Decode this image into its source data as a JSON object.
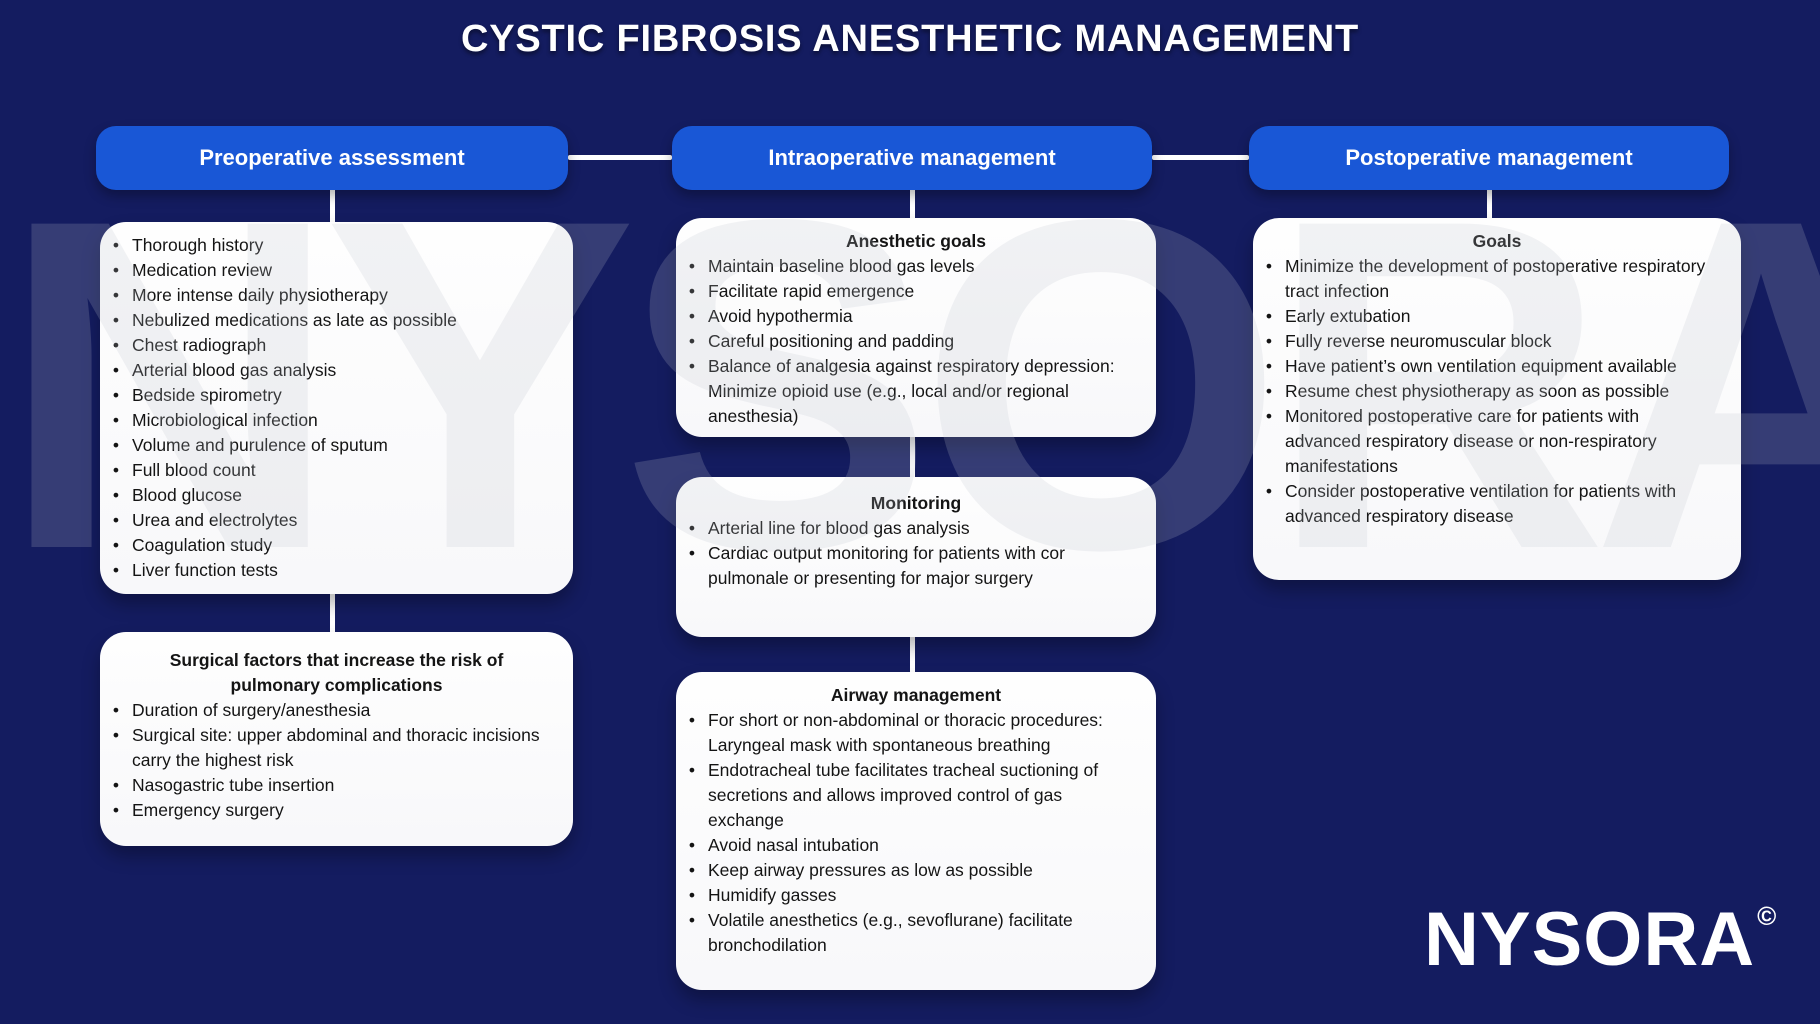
{
  "title": "CYSTIC FIBROSIS ANESTHETIC MANAGEMENT",
  "bullet_glyph": "•",
  "watermark": {
    "text": "NYSORA",
    "copyright": "©"
  },
  "logo": {
    "text": "NYSORA",
    "copyright": "©"
  },
  "colors": {
    "background": "#141C60",
    "pill": "#1957D6",
    "connector": "#FFFFFF",
    "box": "#FDFDFD",
    "text": "#141414",
    "heading": "#FFFFFF"
  },
  "columns": [
    {
      "header": "Preoperative assessment",
      "boxes": [
        {
          "title": null,
          "items": [
            "Thorough history",
            "Medication review",
            "More intense daily physiotherapy",
            "Nebulized medications as late as possible",
            "Chest radiograph",
            "Arterial blood gas analysis",
            "Bedside spirometry",
            "Microbiological infection",
            "Volume and purulence of sputum",
            "Full blood count",
            "Blood glucose",
            "Urea and electrolytes",
            "Coagulation study",
            "Liver function tests"
          ]
        },
        {
          "title": "Surgical factors that increase the risk of pulmonary complications",
          "items": [
            "Duration of surgery/anesthesia",
            "Surgical site: upper abdominal and thoracic incisions carry the highest risk",
            "Nasogastric tube insertion",
            "Emergency surgery"
          ]
        }
      ]
    },
    {
      "header": "Intraoperative management",
      "boxes": [
        {
          "title": "Anesthetic goals",
          "items": [
            "Maintain baseline blood gas levels",
            "Facilitate rapid emergence",
            "Avoid hypothermia",
            "Careful positioning and padding",
            "Balance of analgesia against respiratory depression: Minimize opioid use (e.g., local and/or regional anesthesia)"
          ]
        },
        {
          "title": "Monitoring",
          "items": [
            "Arterial line for blood gas analysis",
            "Cardiac output monitoring for patients with cor pulmonale or presenting for major surgery"
          ]
        },
        {
          "title": "Airway management",
          "items": [
            "For short or non-abdominal or thoracic procedures: Laryngeal mask with spontaneous breathing",
            "Endotracheal tube facilitates tracheal suctioning of secretions and allows improved control of gas exchange",
            "Avoid nasal intubation",
            "Keep airway pressures as low as possible",
            "Humidify gasses",
            "Volatile anesthetics (e.g., sevoflurane) facilitate bronchodilation"
          ]
        }
      ]
    },
    {
      "header": "Postoperative management",
      "boxes": [
        {
          "title": "Goals",
          "items": [
            "Minimize the development of postoperative respiratory tract infection",
            "Early extubation",
            "Fully reverse neuromuscular block",
            "Have patient’s own ventilation equipment available",
            "Resume chest physiotherapy as soon as possible",
            "Monitored postoperative care for patients with advanced respiratory disease or non-respiratory manifestations",
            "Consider postoperative ventilation for patients with advanced respiratory disease"
          ]
        }
      ]
    }
  ]
}
